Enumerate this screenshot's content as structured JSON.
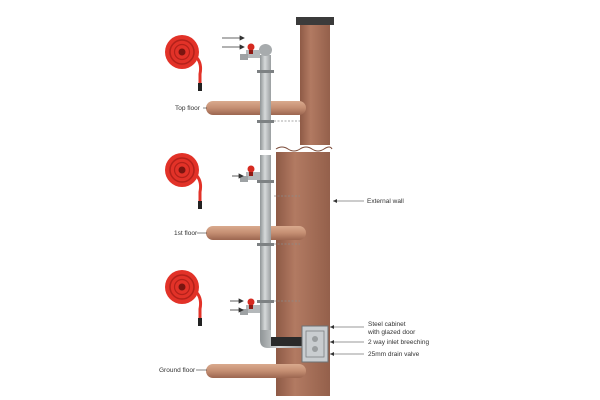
{
  "labels": {
    "top_floor": "Top floor",
    "first_floor": "1st floor",
    "ground_floor": "Ground floor",
    "external_wall": "External wall",
    "cabinet": "Steel cabinet",
    "cabinet_line2": "with glazed door",
    "inlet": "2 way inlet breeching",
    "drain": "25mm drain valve"
  },
  "colors": {
    "wall": "#a8705a",
    "floor_slab": "#c48e72",
    "pipe": "#b8bcbe",
    "hose_reel": "#e23228",
    "valve": "#d62a20",
    "cabinet": "#c9cdd0",
    "inlet_pipe": "#2a2a2a"
  },
  "icons": {
    "hose_reel": "hose-reel-icon",
    "valve": "landing-valve-icon"
  }
}
